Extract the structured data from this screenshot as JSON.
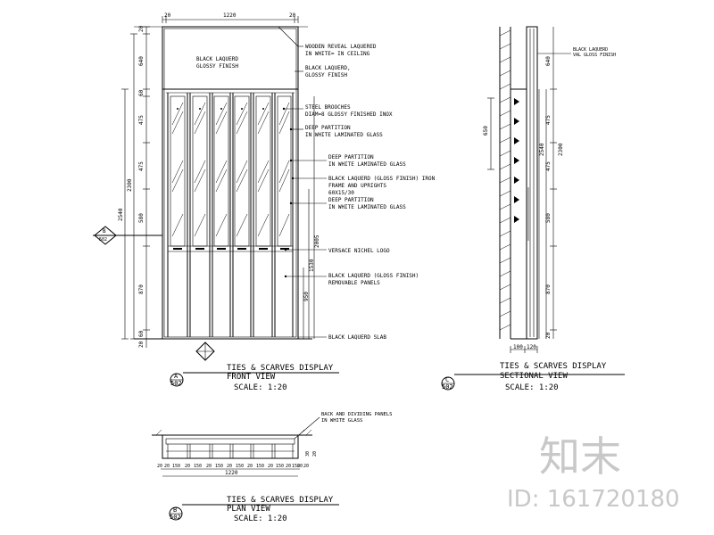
{
  "front_view": {
    "panel_label_1": "BLACK LAQUERD",
    "panel_label_2": "GLOSSY FINISH",
    "callouts": [
      [
        "WOODEN REVEAL LAQUERED",
        "IN WHITE= IN CEILING"
      ],
      [
        "BLACK LAQUERD,",
        "GLOSSY FINISH"
      ],
      [
        "STEEL BROOCHES",
        "DIAM=8 GLOSSY FINISHED INOX"
      ],
      [
        "DEEP PARTITION",
        "IN WHITE LAMINATED GLASS"
      ],
      [
        "DEEP PARTITION",
        "IN WHITE LAMINATED GLASS"
      ],
      [
        "BLACK LAQUERD (GLOSS FINISH) IRON",
        "FRAME AND UPRIGHTS",
        "60X15/30"
      ],
      [
        "DEEP PARTITION",
        "IN WHITE LAMINATED GLASS"
      ],
      [
        "VERSACE NICHEL LOGO"
      ],
      [
        "BLACK LAQUERD (GLOSS FINISH)",
        "REMOVABLE PANELS"
      ],
      [
        "BLACK LAQUERD SLAB"
      ]
    ],
    "dims": {
      "top_left": "20",
      "top_width": "1220",
      "top_right": "20",
      "left": [
        "20",
        "640",
        "60",
        "475",
        "475",
        "580",
        "870",
        "60",
        "20"
      ],
      "total_left": "2300",
      "total_left2": "2540",
      "inner_right": [
        "2005",
        "1530",
        "950"
      ]
    },
    "section_ref": {
      "letter": "B",
      "sheet": "502"
    },
    "title": "TIES & SCARVES DISPLAY",
    "subtitle": "FRONT VIEW",
    "scale": "SCALE: 1:20",
    "ref": {
      "letter": "A",
      "sheet": "502"
    }
  },
  "sectional_view": {
    "callout": [
      "BLACK LAQUERD",
      "VAL GLOSS FINISH"
    ],
    "dims": {
      "right": [
        "640",
        "475",
        "475",
        "580",
        "870",
        "20"
      ],
      "total_a": "2540",
      "total_b": "2300",
      "left": "650",
      "bottom": [
        "100",
        "120"
      ]
    },
    "title": "TIES & SCARVES DISPLAY",
    "subtitle": "SECTIONAL VIEW",
    "scale": "SCALE: 1:20",
    "ref": {
      "letter": "C",
      "sheet": "502"
    }
  },
  "plan_view": {
    "callout": [
      "BACK AND DIVIDING PANELS",
      "IN WHITE GLASS"
    ],
    "dims": {
      "bottom": [
        "20",
        "20",
        "150",
        "20",
        "150",
        "20",
        "150",
        "20",
        "150",
        "20",
        "150",
        "20",
        "150",
        "20",
        "150",
        "20",
        "20"
      ],
      "width": "1220",
      "side": "30",
      "side2": "20"
    },
    "title": "TIES & SCARVES DISPLAY",
    "subtitle": "PLAN VIEW",
    "scale": "SCALE: 1:20",
    "ref": {
      "letter": "B",
      "sheet": "502"
    }
  },
  "watermark": {
    "logo": "知末",
    "id": "ID: 161720180"
  }
}
